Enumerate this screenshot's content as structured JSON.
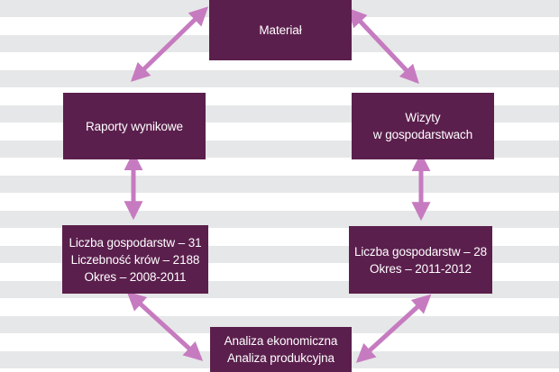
{
  "diagram": {
    "colors": {
      "box_fill": "#5b1f4d",
      "box_text": "#ffffff",
      "arrow": "#c67bc0",
      "stripe": "#e6e7e8",
      "background": "#ffffff"
    },
    "nodes": {
      "material": {
        "lines": [
          "Materiał"
        ]
      },
      "reports": {
        "lines": [
          "Raporty wynikowe"
        ]
      },
      "visits": {
        "lines": [
          "Wizyty",
          "w gospodarstwach"
        ]
      },
      "stats_left": {
        "lines": [
          "Liczba gospodarstw – 31",
          "Liczebność krów – 2188",
          "Okres – 2008-2011"
        ]
      },
      "stats_right": {
        "lines": [
          "Liczba gospodarstw – 28",
          "Okres – 2011-2012"
        ]
      },
      "analysis": {
        "lines": [
          "Analiza ekonomiczna",
          "Analiza produkcyjna"
        ]
      }
    },
    "edges": [
      {
        "from": "material",
        "to": "reports",
        "direction": "both"
      },
      {
        "from": "material",
        "to": "visits",
        "direction": "both"
      },
      {
        "from": "reports",
        "to": "stats_left",
        "direction": "both"
      },
      {
        "from": "visits",
        "to": "stats_right",
        "direction": "both"
      },
      {
        "from": "stats_left",
        "to": "analysis",
        "direction": "both"
      },
      {
        "from": "stats_right",
        "to": "analysis",
        "direction": "both"
      }
    ]
  }
}
